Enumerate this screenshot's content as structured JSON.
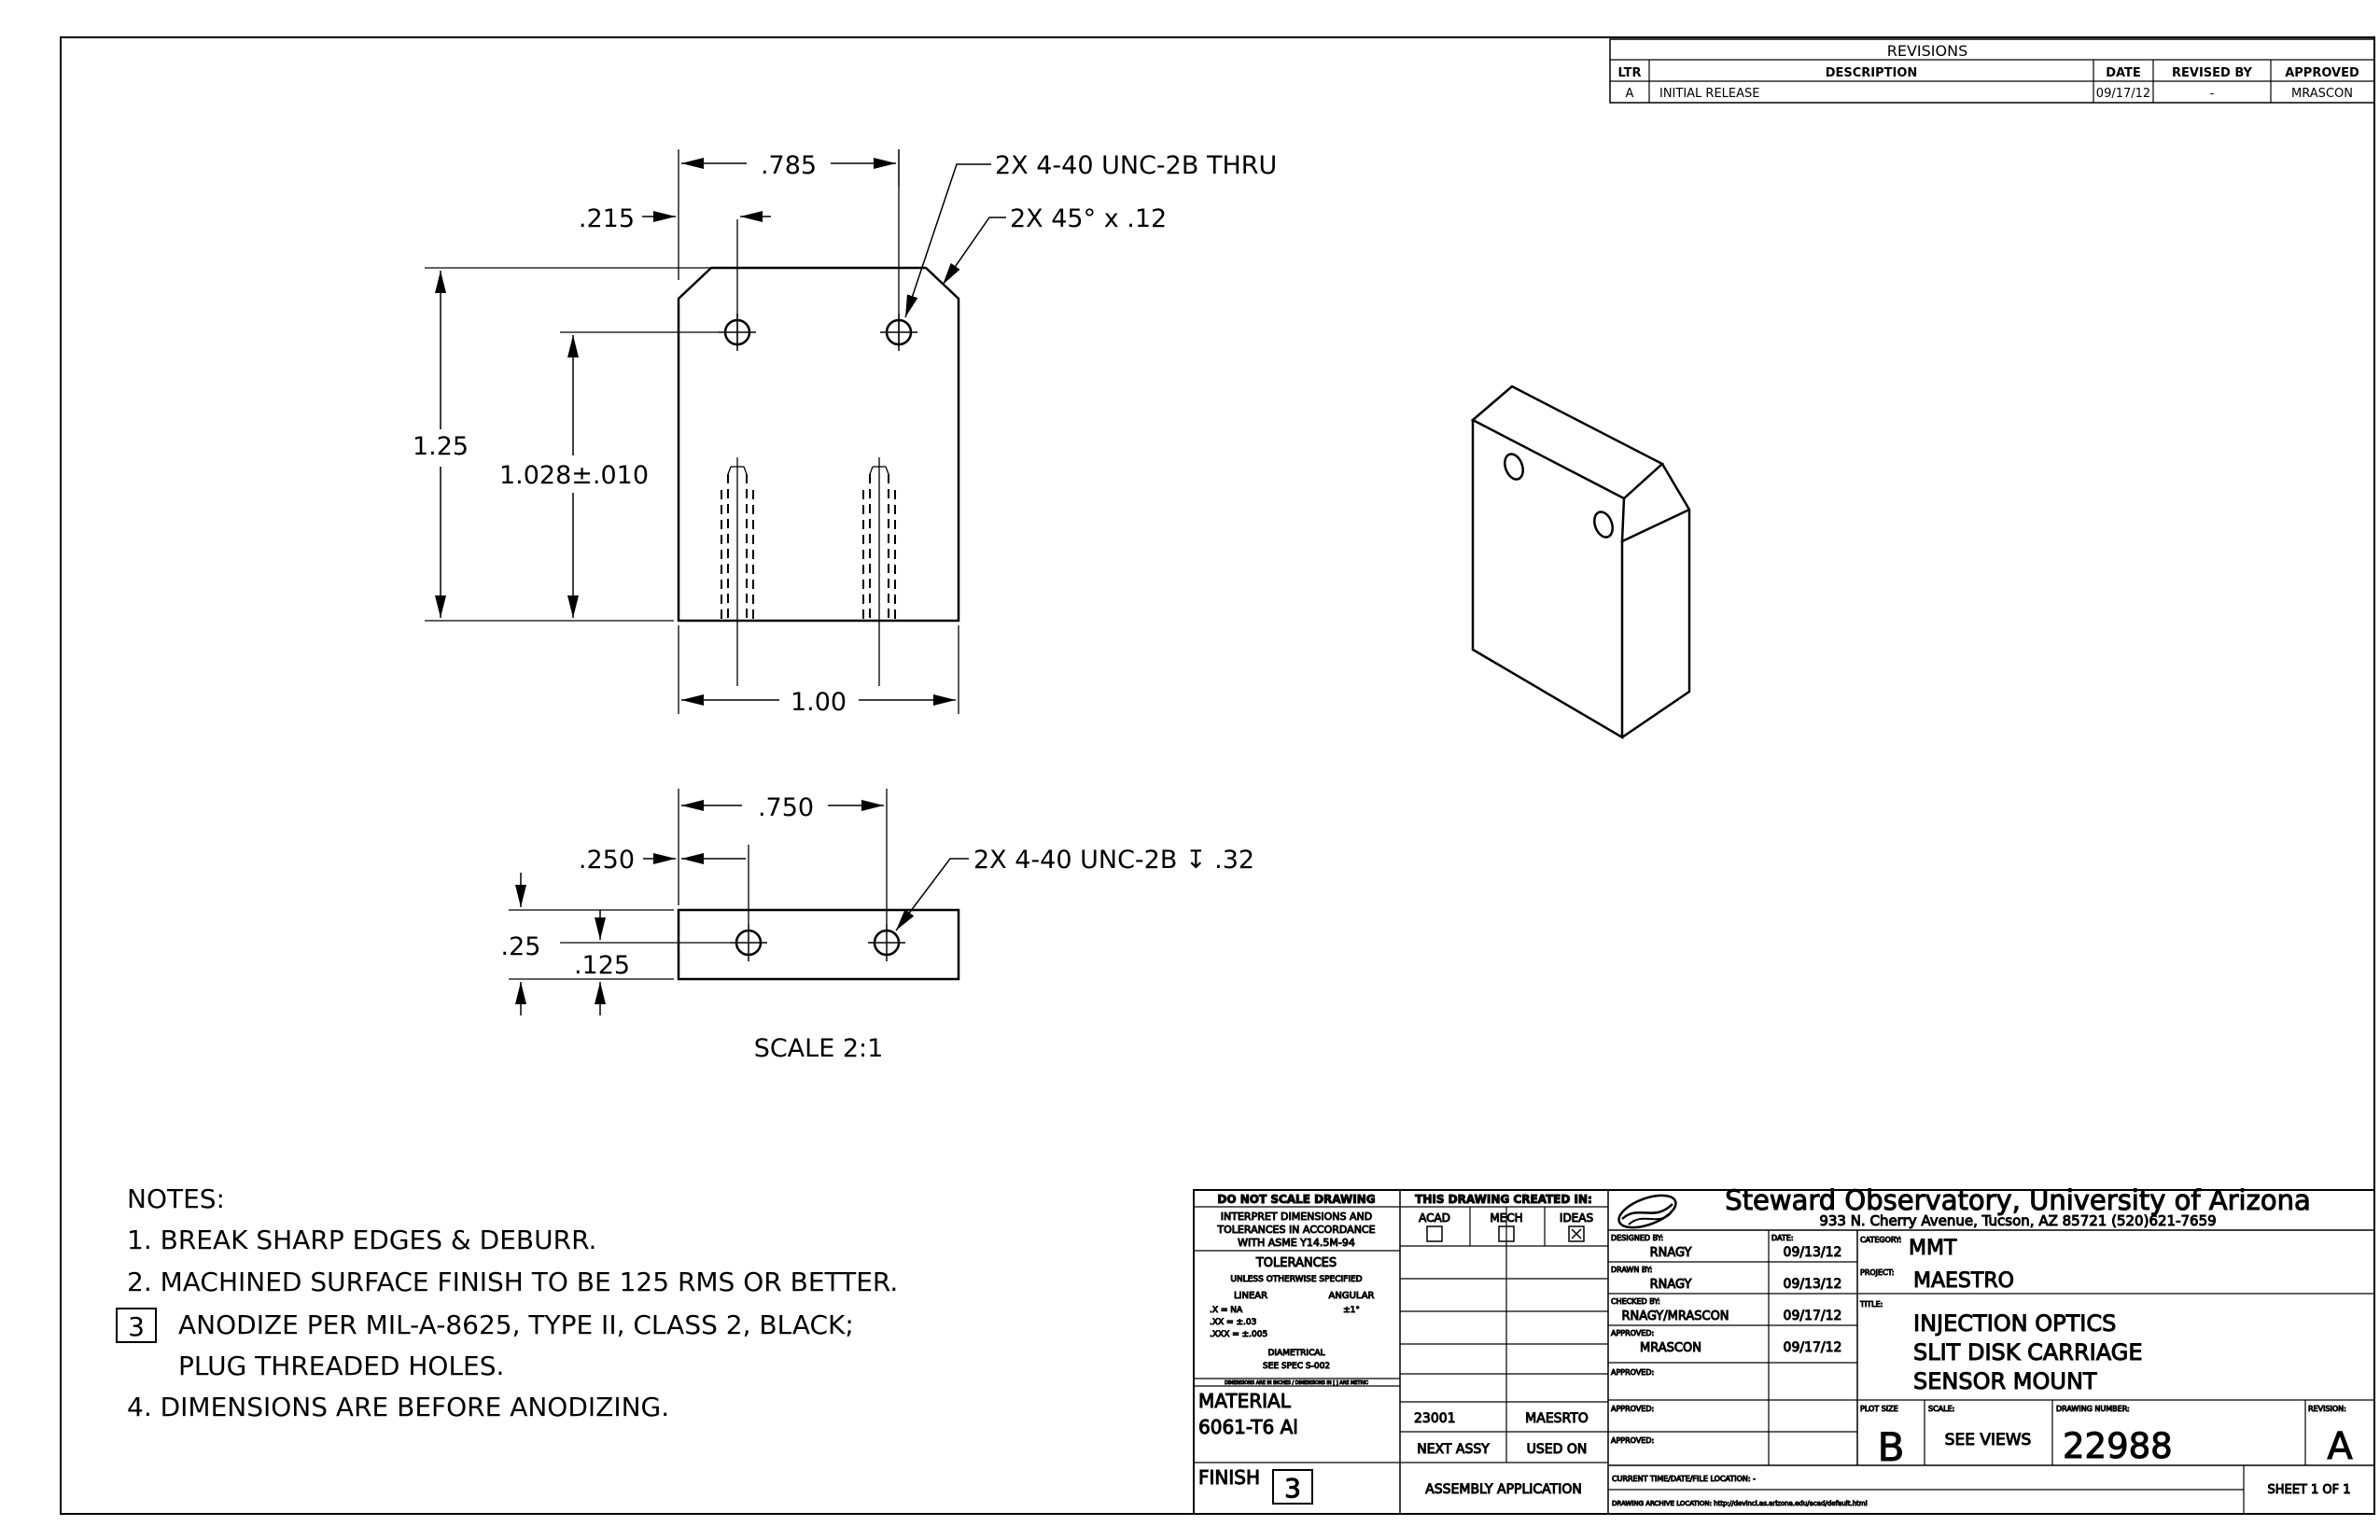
{
  "revisions": {
    "title": "REVISIONS",
    "headers": [
      "LTR",
      "DESCRIPTION",
      "DATE",
      "REVISED BY",
      "APPROVED"
    ],
    "rows": [
      [
        "A",
        "INITIAL RELEASE",
        "09/17/12",
        "-",
        "MRASCON"
      ]
    ]
  },
  "front_view": {
    "dim_785": ".785",
    "dim_215": ".215",
    "note_holes": "2X 4-40 UNC-2B THRU",
    "note_chamfer": "2X 45° x .12",
    "dim_125": "1.25",
    "dim_1028": "1.028±.010",
    "dim_100": "1.00"
  },
  "top_view": {
    "dim_750": ".750",
    "dim_250": ".250",
    "note_tapped": "2X 4-40 UNC-2B ↧ .32",
    "dim_25": ".25",
    "dim_125b": ".125",
    "scale": "SCALE 2:1"
  },
  "notes": {
    "title": "NOTES:",
    "items": [
      "1. BREAK SHARP EDGES & DEBURR.",
      "2. MACHINED SURFACE FINISH TO BE 125 RMS OR BETTER.",
      "ANODIZE PER MIL-A-8625, TYPE II, CLASS 2, BLACK;",
      "PLUG THREADED HOLES.",
      "4. DIMENSIONS ARE BEFORE ANODIZING."
    ],
    "flag": "3"
  },
  "title_block": {
    "do_not_scale": "DO NOT SCALE DRAWING",
    "interpret": [
      "INTERPRET DIMENSIONS AND",
      "TOLERANCES IN ACCORDANCE",
      "WITH ASME Y14.5M-94"
    ],
    "tolerances": "TOLERANCES",
    "unless": "UNLESS OTHERWISE SPECIFIED",
    "linear": "LINEAR",
    "angular": "ANGULAR",
    "tol_x": ".X  = NA",
    "tol_xx": ".XX  = ±.03",
    "tol_xxx": ".XXX = ±.005",
    "tol_ang": "±1°",
    "diametrical": "DIAMETRICAL",
    "see_spec": "SEE SPEC S-002",
    "units_note": "DIMENSIONS ARE IN INCHES / DIMENSIONS IN [ ] ARE METRIC",
    "material_label": "MATERIAL",
    "material": "6061-T6 Al",
    "finish_label": "FINISH",
    "finish_flag": "3",
    "created_in": "THIS DRAWING CREATED IN:",
    "cad_options": [
      "ACAD",
      "MECH",
      "IDEAS"
    ],
    "cad_checked": "☒",
    "next_assy_value": "23001",
    "used_on_value": "MAESRTO",
    "next_assy": "NEXT ASSY",
    "used_on": "USED ON",
    "assembly_application": "ASSEMBLY APPLICATION",
    "org_name": "Steward Observatory, University of Arizona",
    "org_address": "933 N. Cherry Avenue, Tucson, AZ  85721   (520)621-7659",
    "designed_by_label": "DESIGNED BY:",
    "designed_by": "RNAGY",
    "date_label": "DATE:",
    "designed_date": "09/13/12",
    "drawn_by_label": "DRAWN BY:",
    "drawn_by": "RNAGY",
    "drawn_date": "09/13/12",
    "checked_by_label": "CHECKED BY:",
    "checked_by": "RNAGY/MRASCON",
    "checked_date": "09/17/12",
    "approved_label": "APPROVED:",
    "approved_by": "MRASCON",
    "approved_date": "09/17/12",
    "category_label": "CATEGORY:",
    "category": "MMT",
    "project_label": "PROJECT:",
    "project": "MAESTRO",
    "title_label": "TITLE:",
    "title_lines": [
      "INJECTION OPTICS",
      "SLIT DISK CARRIAGE",
      "SENSOR MOUNT"
    ],
    "plot_size_label": "PLOT SIZE",
    "plot_size": "B",
    "scale_label": "SCALE:",
    "scale": "SEE VIEWS",
    "drawing_number_label": "DRAWING NUMBER:",
    "drawing_number": "22988",
    "revision_label": "REVISION:",
    "revision": "A",
    "current_label": "CURRENT TIME/DATE/FILE LOCATION: -",
    "archive_label": "DRAWING ARCHIVE LOCATION: http://devinci.as.arizona.edu/acad/default.html",
    "sheet": "SHEET 1 OF 1"
  }
}
